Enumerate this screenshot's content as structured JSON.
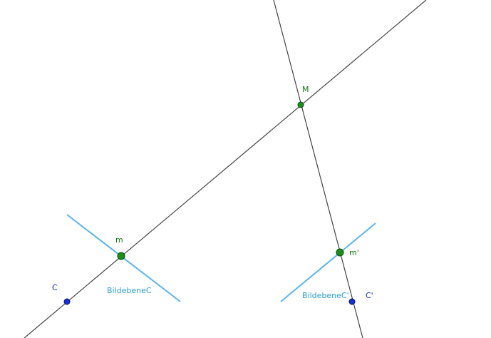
{
  "colors": {
    "background": "#ffffff",
    "construction_line": "#444444",
    "image_plane_line": "#5ab4f0",
    "green_point_fill": "#1a8f1a",
    "green_point_stroke": "#0b4d0b",
    "green_label": "#0f7a0f",
    "blue_point_fill": "#1630d0",
    "blue_point_stroke": "#0a1470",
    "blue_label": "#1a2cb8",
    "plane_label": "#2a9fd4"
  },
  "points": {
    "M": {
      "label": "M"
    },
    "m": {
      "label": "m"
    },
    "m_prime": {
      "label": "m'"
    },
    "C": {
      "label": "C"
    },
    "C_prime": {
      "label": "C'"
    }
  },
  "planes": {
    "left": {
      "label": "BildebeneC"
    },
    "right": {
      "label": "BildebeneC'"
    }
  }
}
